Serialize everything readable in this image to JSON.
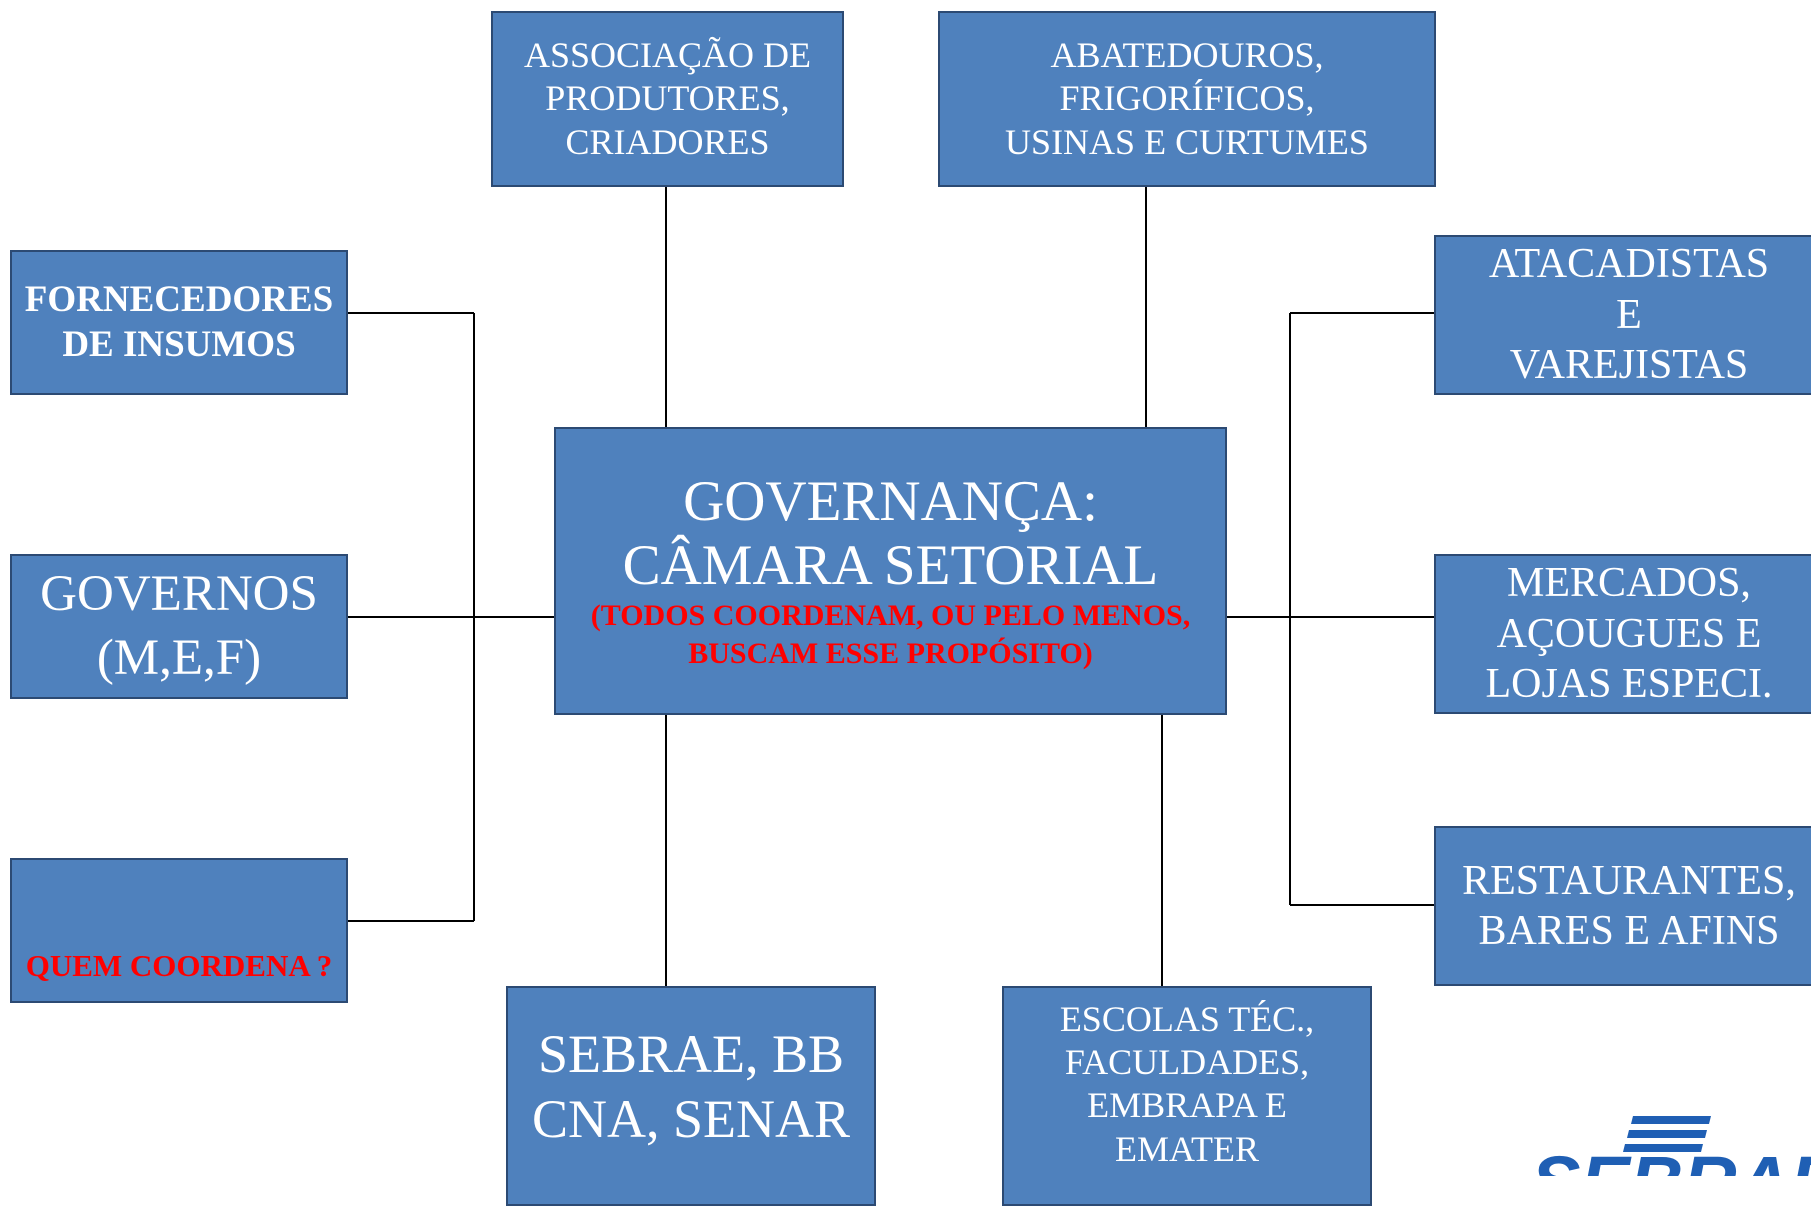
{
  "colors": {
    "node_fill": "#4f81bd",
    "node_border": "#2c4a73",
    "node_text": "#ffffff",
    "highlight_text": "#ff0000",
    "connector": "#000000",
    "logo": "#1f5fb4"
  },
  "nodes": {
    "associacao": {
      "lines": [
        "ASSOCIAÇÃO DE",
        "PRODUTORES,",
        "CRIADORES"
      ]
    },
    "abatedouros": {
      "lines": [
        "ABATEDOUROS,",
        "FRIGORÍFICOS,",
        "USINAS E CURTUMES"
      ]
    },
    "fornecedores": {
      "lines": [
        "FORNECEDORES",
        "DE INSUMOS"
      ]
    },
    "governos": {
      "lines": [
        "GOVERNOS",
        "(M,E,F)"
      ]
    },
    "quem": {
      "text": "QUEM COORDENA ?"
    },
    "center": {
      "title_lines": [
        "GOVERNANÇA:",
        "CÂMARA SETORIAL"
      ],
      "note_lines": [
        "(TODOS COORDENAM, OU PELO MENOS,",
        "BUSCAM ESSE PROPÓSITO)"
      ]
    },
    "atacadistas": {
      "lines": [
        "ATACADISTAS",
        "E",
        "VAREJISTAS"
      ]
    },
    "mercados": {
      "lines": [
        "MERCADOS,",
        "AÇOUGUES E",
        "LOJAS ESPECI."
      ]
    },
    "restaurantes": {
      "lines": [
        "RESTAURANTES,",
        "BARES E AFINS"
      ]
    },
    "sebrae": {
      "lines": [
        "SEBRAE, BB",
        "CNA, SENAR"
      ]
    },
    "escolas": {
      "lines": [
        "ESCOLAS TÉC.,",
        "FACULDADES,",
        "EMBRAPA E",
        "EMATER"
      ]
    }
  },
  "logo": {
    "text": "SEBRAE",
    "icon": "sebrae-logo-icon"
  }
}
